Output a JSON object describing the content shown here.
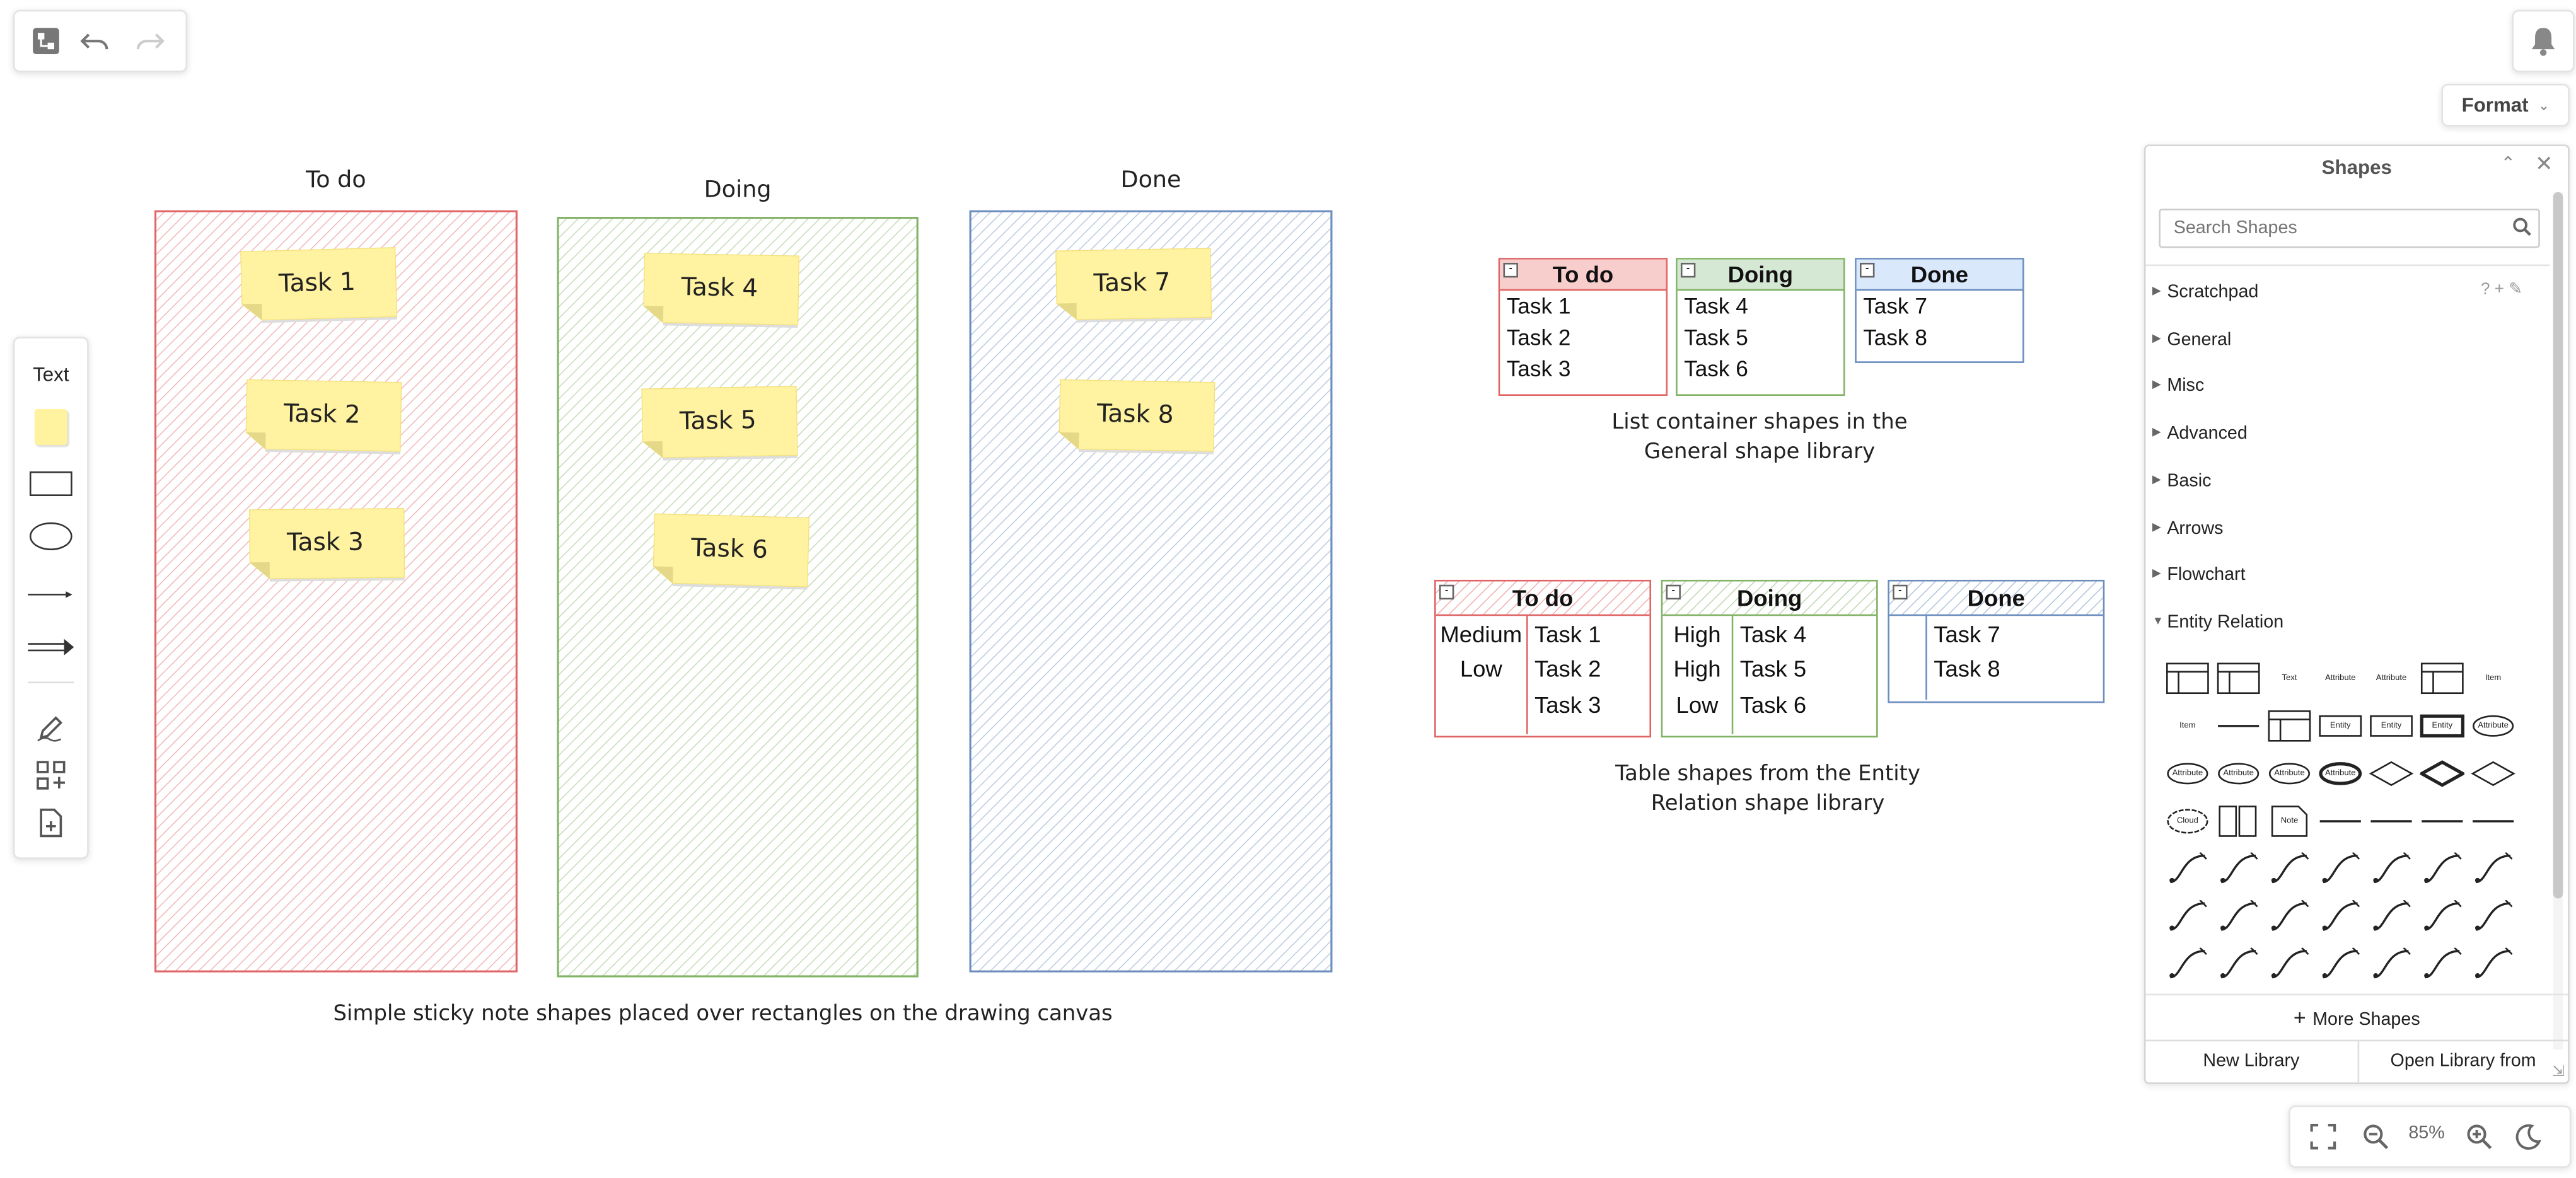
{
  "toolbar": {
    "icons": [
      "diagram-icon",
      "undo-icon",
      "redo-icon"
    ],
    "notification_icon": "bell-icon"
  },
  "format_button": {
    "label": "Format"
  },
  "left_toolbar": {
    "text_label": "Text",
    "tools": [
      "sticky-note",
      "rectangle",
      "ellipse",
      "line",
      "arrow",
      "freehand",
      "insert-shapes",
      "add-page"
    ],
    "sticky_color": "#fff3a0"
  },
  "boards": [
    {
      "title": "To do",
      "color": "#e06666",
      "tasks": [
        "Task 1",
        "Task 2",
        "Task 3"
      ]
    },
    {
      "title": "Doing",
      "color": "#82b366",
      "tasks": [
        "Task 4",
        "Task 5",
        "Task 6"
      ]
    },
    {
      "title": "Done",
      "color": "#6c8ebf",
      "tasks": [
        "Task 7",
        "Task 8"
      ]
    }
  ],
  "boards_caption": "Simple sticky note shapes placed over rectangles on the drawing canvas",
  "lists": [
    {
      "title": "To do",
      "color": "#e06666",
      "fill": "#f8cecc",
      "items": [
        "Task 1",
        "Task 2",
        "Task 3"
      ]
    },
    {
      "title": "Doing",
      "color": "#82b366",
      "fill": "#d5e8d4",
      "items": [
        "Task 4",
        "Task 5",
        "Task 6"
      ]
    },
    {
      "title": "Done",
      "color": "#6c8ebf",
      "fill": "#dae8fc",
      "items": [
        "Task 7",
        "Task 8"
      ]
    }
  ],
  "lists_caption_line1": "List container shapes in the",
  "lists_caption_line2": "General shape library",
  "tables": [
    {
      "title": "To do",
      "color": "#e06666",
      "rows": [
        [
          "Medium",
          "Task 1"
        ],
        [
          "Low",
          "Task 2"
        ],
        [
          "",
          "Task 3"
        ]
      ]
    },
    {
      "title": "Doing",
      "color": "#82b366",
      "rows": [
        [
          "High",
          "Task 4"
        ],
        [
          "High",
          "Task 5"
        ],
        [
          "Low",
          "Task 6"
        ]
      ]
    },
    {
      "title": "Done",
      "color": "#6c8ebf",
      "rows": [
        [
          "",
          "Task 7"
        ],
        [
          "",
          "Task 8"
        ]
      ]
    }
  ],
  "tables_caption_line1": "Table shapes from the Entity",
  "tables_caption_line2": "Relation shape library",
  "shapes_panel": {
    "title": "Shapes",
    "search_placeholder": "Search Shapes",
    "sections": [
      "Scratchpad",
      "General",
      "Misc",
      "Advanced",
      "Basic",
      "Arrows",
      "Flowchart",
      "Entity Relation"
    ],
    "scratchpad_tools": "? + ✎",
    "thumb_labels": [
      "",
      "",
      "Text",
      "Attribute",
      "Attribute",
      "",
      "Item",
      "Item",
      "",
      "",
      "Entity",
      "Entity",
      "Entity",
      "Attribute",
      "Attribute",
      "Attribute",
      "Attribute",
      "Attribute",
      "",
      "",
      "",
      "Cloud",
      "",
      "Note",
      "",
      "",
      "",
      ""
    ],
    "more_shapes": "More Shapes",
    "new_library": "New Library",
    "open_library": "Open Library from"
  },
  "zoom": {
    "value": "85%"
  }
}
